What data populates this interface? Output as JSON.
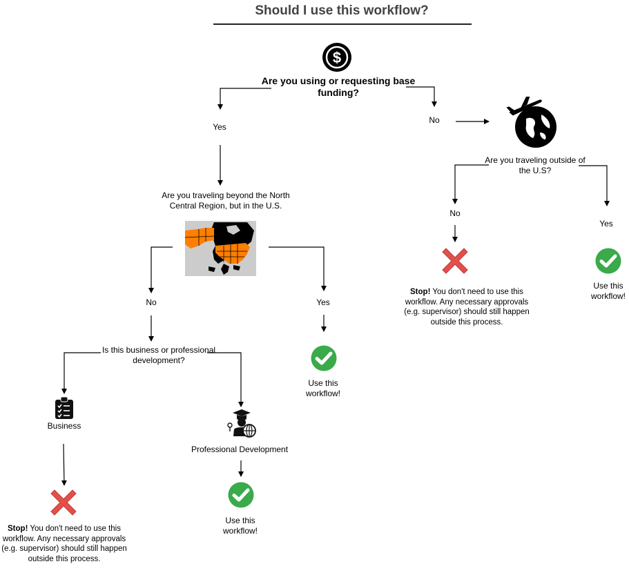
{
  "title": "Should I use this workflow?",
  "q_funding": "Are you using or requesting base funding?",
  "funding_yes": "Yes",
  "funding_no": "No",
  "q_region": "Are you traveling beyond the North Central Region, but in the U.S.",
  "region_no": "No",
  "region_yes": "Yes",
  "q_outside": "Are you traveling outside of the U.S?",
  "outside_no": "No",
  "outside_yes": "Yes",
  "q_business": "Is this business or professional development?",
  "business_label": "Business",
  "profdev_label": "Professional Development",
  "use_workflow": "Use this workflow!",
  "stop_bold": "Stop!",
  "stop_text": "You don't need to use this workflow. Any necessary approvals (e.g. supervisor) should still happen outside this process.",
  "colors": {
    "title": "#444444",
    "check_green": "#3aaa4a",
    "x_red": "#e2504c",
    "map_orange": "#ff7f00",
    "map_gray": "#cccccc"
  },
  "icons": [
    "dollar-icon",
    "plane-globe-icon",
    "us-map-image",
    "clipboard-icon",
    "graduate-globe-icon",
    "check-icon",
    "x-icon"
  ]
}
